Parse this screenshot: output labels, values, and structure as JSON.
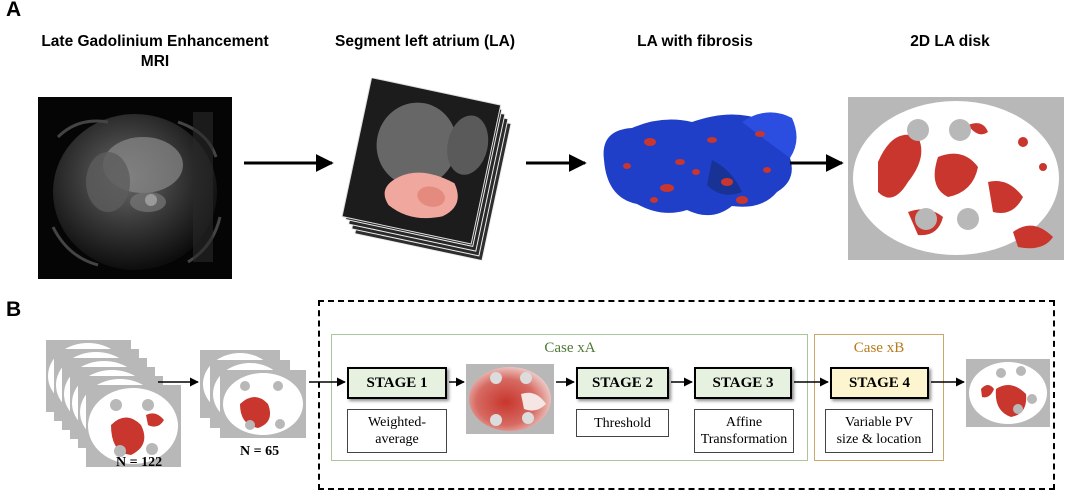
{
  "panel_a": {
    "letter": "A",
    "titles": [
      {
        "line1": "Late Gadolinium Enhancement",
        "line2": "MRI"
      },
      {
        "line1": "Segment left atrium (LA)",
        "line2": ""
      },
      {
        "line1": "LA with fibrosis",
        "line2": ""
      },
      {
        "line1": "2D LA disk",
        "line2": ""
      }
    ]
  },
  "panel_b": {
    "letter": "B",
    "counts": [
      "N = 122",
      "N = 65"
    ],
    "cases": [
      "Case xA",
      "Case xB"
    ],
    "stages": [
      {
        "label": "STAGE 1",
        "note_line1": "Weighted-",
        "note_line2": "average"
      },
      {
        "label": "STAGE 2",
        "note_line1": "Threshold",
        "note_line2": ""
      },
      {
        "label": "STAGE 3",
        "note_line1": "Affine",
        "note_line2": "Transformation"
      },
      {
        "label": "STAGE 4",
        "note_line1": "Variable PV",
        "note_line2": "size & location"
      }
    ]
  },
  "colors": {
    "fibrosis_red": "#c8362d",
    "la_blue": "#1f3fc9",
    "disk_gray": "#b8b8b8",
    "case_xa_border": "#a9c79a",
    "case_xb_border": "#c9a86a",
    "case_xa_text": "#4e7a36",
    "case_xb_text": "#b87a1c",
    "stage_green": "#e6f1e0",
    "stage_yellow": "#fdf5cf"
  }
}
